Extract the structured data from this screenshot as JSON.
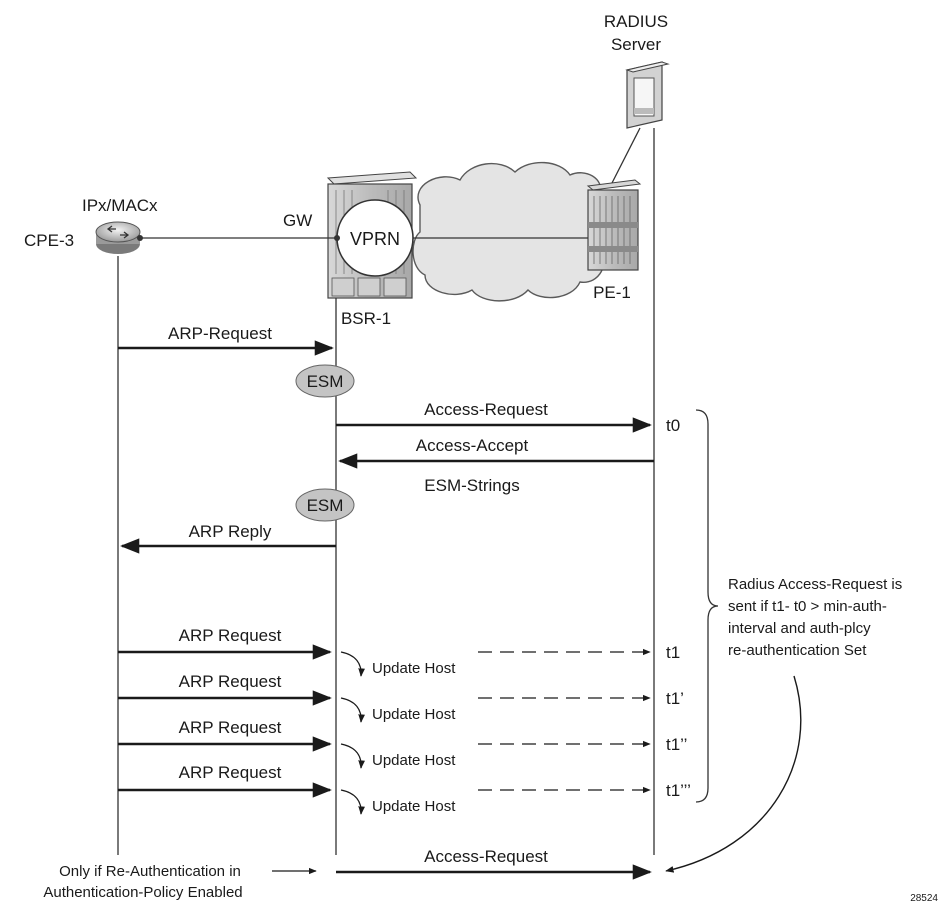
{
  "nodes": {
    "radius_label_line1": "RADIUS",
    "radius_label_line2": "Server",
    "cpe_address": "IPx/MACx",
    "cpe_name": "CPE-3",
    "gw_label": "GW",
    "vprn_label": "VPRN",
    "bsr_label": "BSR-1",
    "pe_label": "PE-1"
  },
  "esm_label": "ESM",
  "messages": {
    "arp_request_1": "ARP-Request",
    "access_request_1": "Access-Request",
    "access_accept": "Access-Accept",
    "esm_strings": "ESM-Strings",
    "arp_reply": "ARP Reply",
    "arp_request": "ARP Request",
    "update_host": "Update Host",
    "access_request_final": "Access-Request"
  },
  "timestamps": [
    "t0",
    "t1",
    "t1’",
    "t1’’",
    "t1’’’"
  ],
  "note_lines": [
    "Radius Access-Request is",
    "sent if t1- t0 > min-auth-",
    "interval and auth-plcy",
    "re-authentication Set"
  ],
  "footer_lines": [
    "Only if Re-Authentication in",
    "Authentication-Policy Enabled"
  ],
  "figure_id": "28524"
}
